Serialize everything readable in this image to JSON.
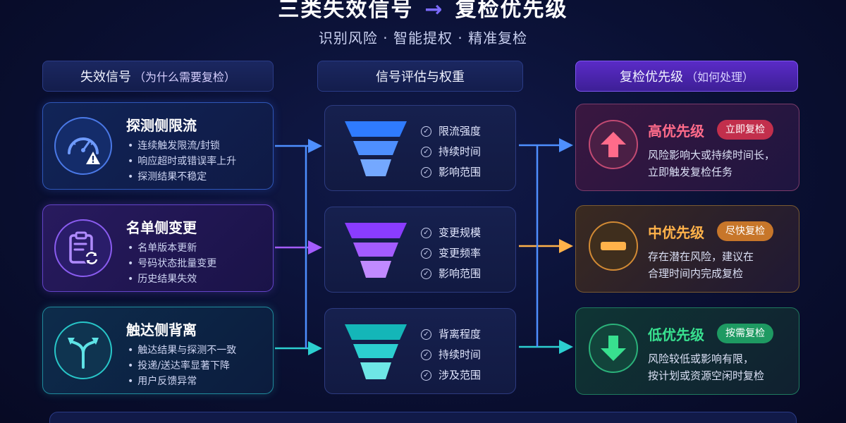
{
  "title": {
    "left": "三类失效信号",
    "arrow": "→",
    "right": "复检优先级"
  },
  "subtitle": "识别风险 · 智能提权 · 精准复检",
  "columns": {
    "signals": {
      "label": "失效信号",
      "sub": "（为什么需要复检）"
    },
    "evaluation": {
      "label": "信号评估与权重"
    },
    "priority": {
      "label": "复检优先级",
      "sub": "（如何处理）"
    }
  },
  "signals": [
    {
      "name": "探测侧限流",
      "icon": "speedometer-warning-icon",
      "color": "#4a78e6",
      "points": [
        "连续触发限流/封锁",
        "响应超时或错误率上升",
        "探测结果不稳定"
      ]
    },
    {
      "name": "名单侧变更",
      "icon": "clipboard-refresh-icon",
      "color": "#8a5cf0",
      "points": [
        "名单版本更新",
        "号码状态批量变更",
        "历史结果失效"
      ]
    },
    {
      "name": "触达侧背离",
      "icon": "split-arrow-icon",
      "color": "#28c6c8",
      "points": [
        "触达结果与探测不一致",
        "投递/送达率显著下降",
        "用户反馈异常"
      ]
    }
  ],
  "evaluations": [
    {
      "color": "#2f7bff",
      "checks": [
        "限流强度",
        "持续时间",
        "影响范围"
      ]
    },
    {
      "color": "#9a4dff",
      "checks": [
        "变更规模",
        "变更频率",
        "影响范围"
      ]
    },
    {
      "color": "#1fc7c9",
      "checks": [
        "背离程度",
        "持续时间",
        "涉及范围"
      ]
    }
  ],
  "priorities": [
    {
      "level": "高优先级",
      "badge": "立即复检",
      "icon": "arrow-up-icon",
      "color": "#ff6b8a",
      "desc_lines": [
        "风险影响大或持续时间长，",
        "立即触发复检任务"
      ]
    },
    {
      "level": "中优先级",
      "badge": "尽快复检",
      "icon": "minus-icon",
      "color": "#ffb24a",
      "desc_lines": [
        "存在潜在风险，建议在",
        "合理时间内完成复检"
      ]
    },
    {
      "level": "低优先级",
      "badge": "按需复检",
      "icon": "arrow-down-icon",
      "color": "#38e08f",
      "desc_lines": [
        "风险较低或影响有限，",
        "按计划或资源空闲时复检"
      ]
    }
  ]
}
